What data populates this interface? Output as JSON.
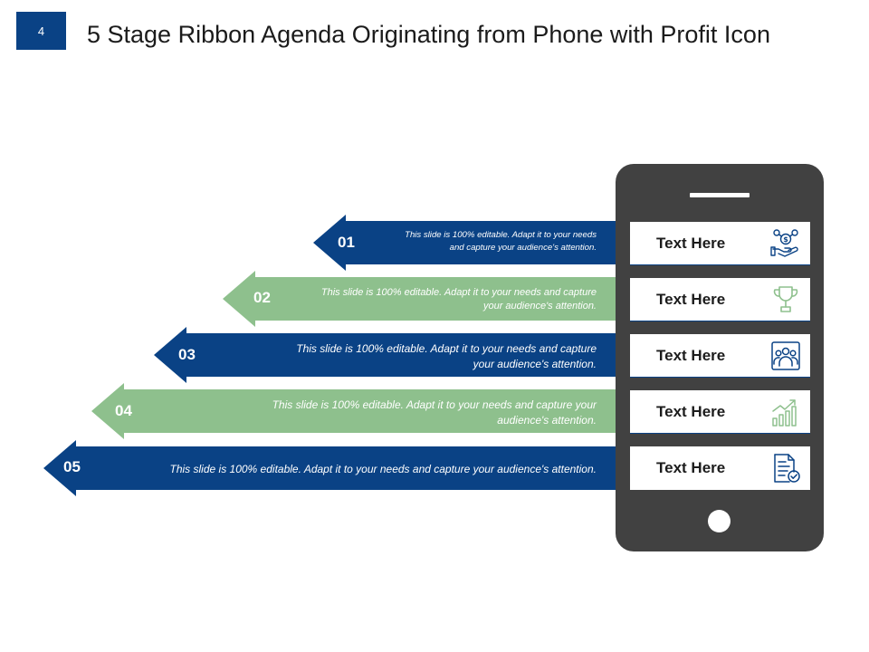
{
  "slide": {
    "number": "4",
    "title": "5 Stage Ribbon Agenda Originating from Phone with Profit Icon"
  },
  "colors": {
    "navy": "#0a4285",
    "green": "#8ec08d",
    "phone": "#414141"
  },
  "stages": [
    {
      "number": "01",
      "line1": "This slide is 100% editable. Adapt it to your needs",
      "line2": "and capture your audience's attention.",
      "label": "Text Here",
      "icon": "money-hand-icon",
      "color": "navy"
    },
    {
      "number": "02",
      "line1": "This slide is 100% editable. Adapt it to your needs and capture",
      "line2": "your audience's attention.",
      "label": "Text Here",
      "icon": "trophy-icon",
      "color": "green"
    },
    {
      "number": "03",
      "line1": "This slide is 100% editable. Adapt it to your needs and capture",
      "line2": "your audience's attention.",
      "label": "Text Here",
      "icon": "team-presentation-icon",
      "color": "navy"
    },
    {
      "number": "04",
      "line1": "This slide is 100% editable. Adapt it to your needs and capture your",
      "line2": "audience's attention.",
      "label": "Text Here",
      "icon": "growth-chart-icon",
      "color": "green"
    },
    {
      "number": "05",
      "line1": "This slide is 100% editable. Adapt it to your needs and capture your audience's attention.",
      "line2": "",
      "label": "Text Here",
      "icon": "document-check-icon",
      "color": "navy"
    }
  ]
}
